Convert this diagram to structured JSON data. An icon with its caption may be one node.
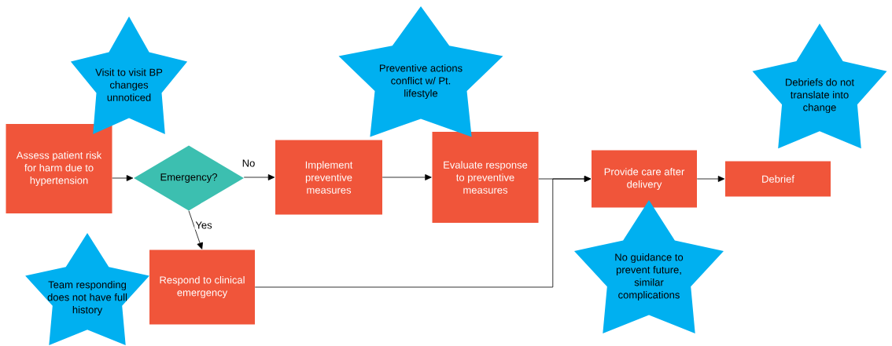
{
  "diagram": {
    "nodes": [
      {
        "text": [
          "Assess patient risk for harm due to hypertension"
        ]
      },
      {
        "text": [
          "Emergency?"
        ]
      },
      {
        "text": [
          "Implement preventive measures"
        ]
      },
      {
        "text": [
          "Evaluate response to preventive measures"
        ]
      },
      {
        "text": [
          "Provide care after delivery"
        ]
      },
      {
        "text": [
          "Debrief"
        ]
      },
      {
        "text": [
          "Respond to clinical emergency"
        ]
      },
      {
        "text": [
          "Visit to visit BP changes unnoticed"
        ]
      },
      {
        "text": [
          "Preventive actions conflict w/ Pt. lifestyle"
        ]
      },
      {
        "text": [
          "Debriefs do not translate into change"
        ]
      },
      {
        "text": [
          "No guidance to prevent future, similar complications"
        ]
      },
      {
        "text": [
          "Team responding does not have full history"
        ]
      }
    ],
    "edges": [
      {
        "from": 0,
        "to": 1,
        "arrow": "to"
      },
      {
        "from": 1,
        "to": 2,
        "arrow": "to",
        "label": "No"
      },
      {
        "from": 1,
        "to": 6,
        "arrow": "to",
        "label": "Yes"
      },
      {
        "from": 2,
        "to": 3,
        "arrow": "to"
      },
      {
        "from": 3,
        "to": 4,
        "arrow": "to"
      },
      {
        "from": 6,
        "to": 4,
        "arrow": "to"
      },
      {
        "from": 4,
        "to": 5,
        "arrow": "to"
      }
    ]
  }
}
